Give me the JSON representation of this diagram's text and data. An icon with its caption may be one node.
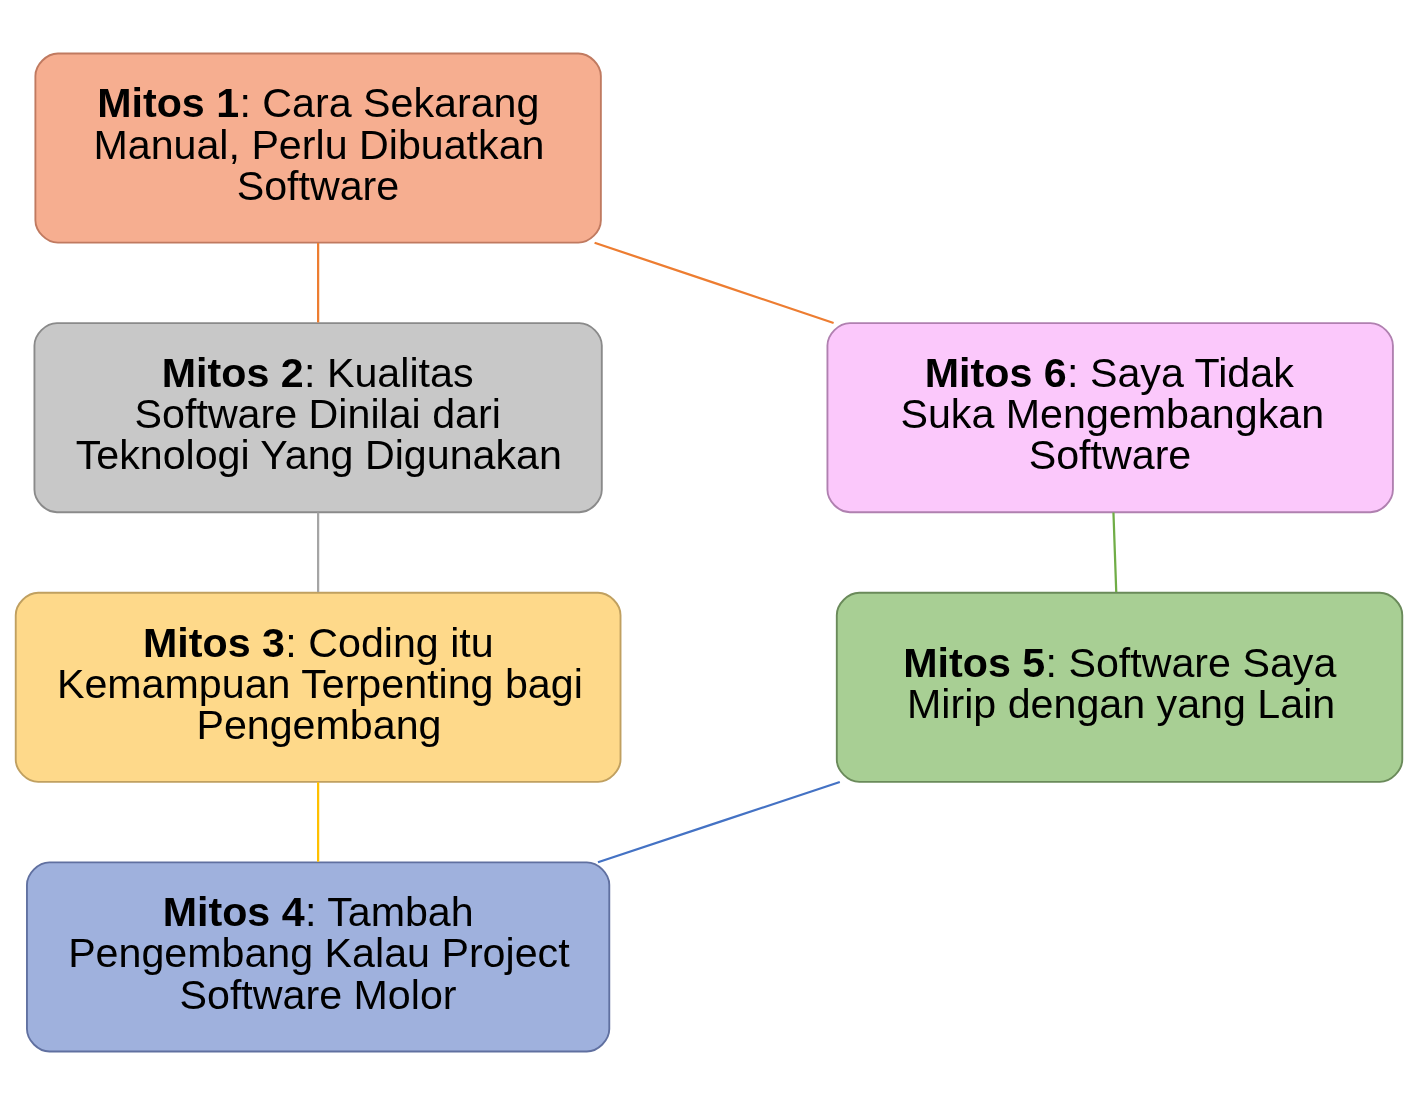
{
  "diagram": {
    "nodes": [
      {
        "text": [
          "**Mitos 1**: Cara Sekarang Manual, Perlu Dibuatkan Software"
        ]
      },
      {
        "text": [
          "**Mitos 2**: Kualitas Software Dinilai dari Teknologi Yang Digunakan"
        ]
      },
      {
        "text": [
          "**Mitos 3**: Coding itu Kemampuan Terpenting bagi Pengembang"
        ]
      },
      {
        "text": [
          "**Mitos 4**: Tambah Pengembang Kalau Project Software Molor"
        ]
      },
      {
        "text": [
          "**Mitos 5**: Software Saya Mirip dengan yang Lain"
        ]
      },
      {
        "text": [
          "**Mitos 6**: Saya Tidak Suka Mengembangkan Software"
        ]
      }
    ],
    "edges": [
      {
        "from": 0,
        "to": 1,
        "arrow": "none",
        "color": "#ed7d31"
      },
      {
        "from": 1,
        "to": 2,
        "arrow": "none",
        "color": "#a5a5a5"
      },
      {
        "from": 2,
        "to": 3,
        "arrow": "none",
        "color": "#ffc000"
      },
      {
        "from": 3,
        "to": 4,
        "arrow": "none",
        "color": "#4472c4"
      },
      {
        "from": 4,
        "to": 5,
        "arrow": "none",
        "color": "#70ad47"
      },
      {
        "from": 5,
        "to": 0,
        "arrow": "none",
        "color": "#ed7d31"
      }
    ]
  }
}
